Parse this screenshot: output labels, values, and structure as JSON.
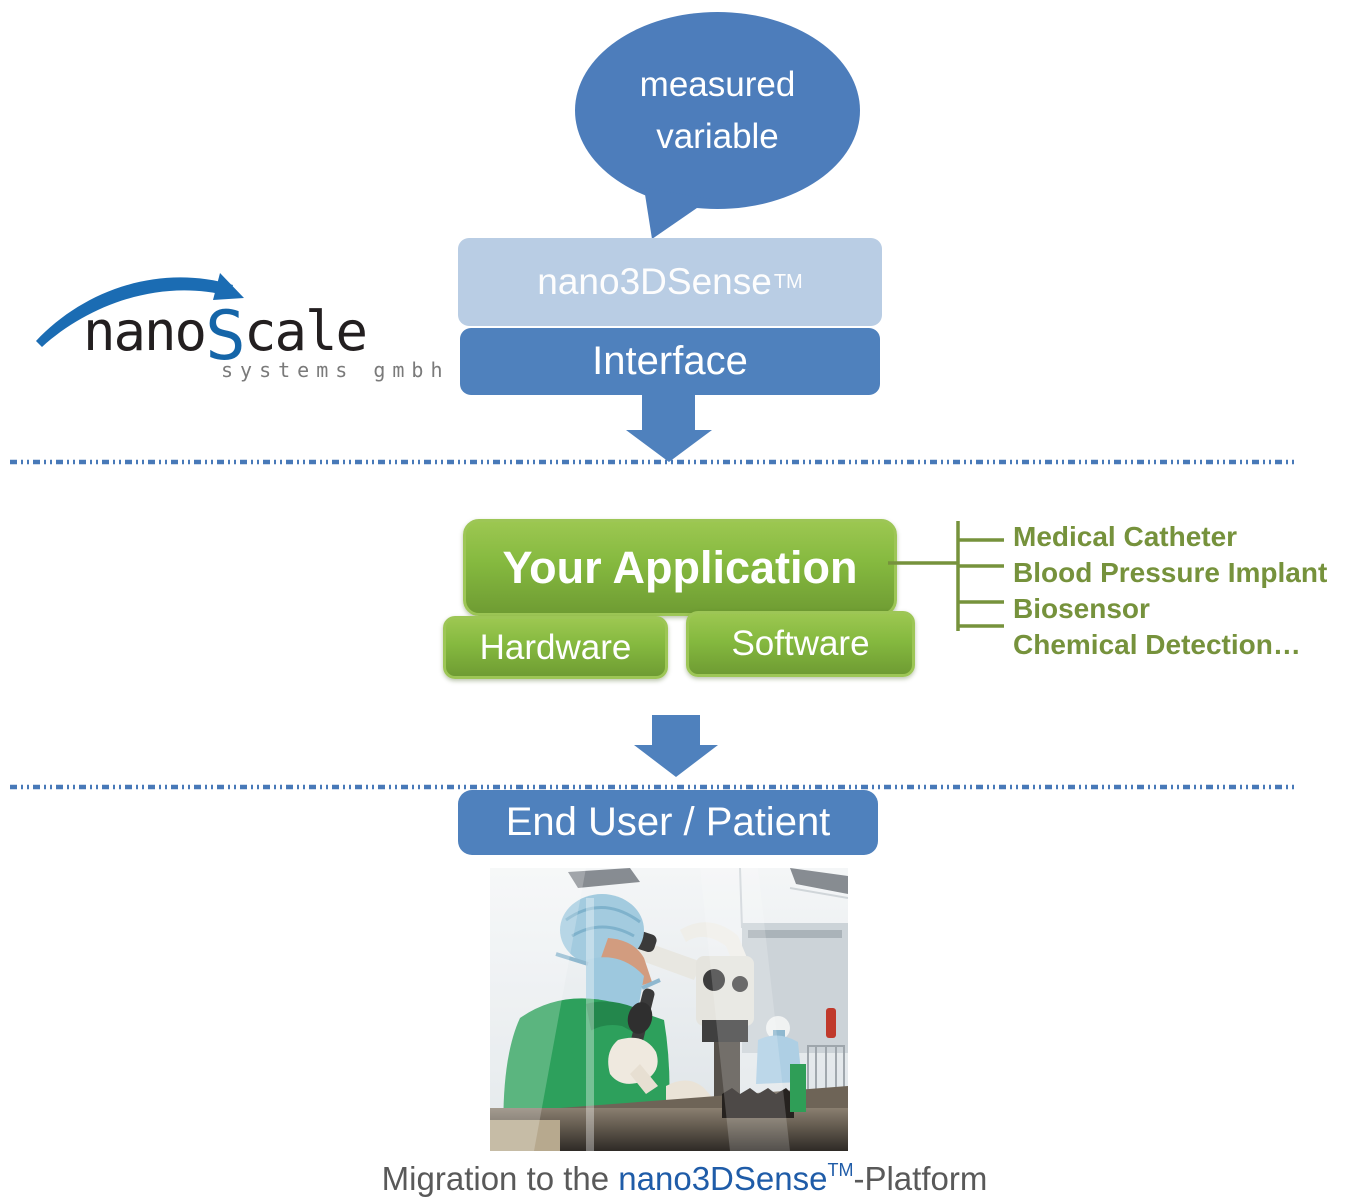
{
  "colors": {
    "blue": "#4F81BD",
    "light_blue": "#B9CDE4",
    "bubble_blue": "#4D7DBB",
    "dotted_line_blue": "#4879B8",
    "green_gradient_top": "#9CC751",
    "green_gradient_bottom": "#6F9C33",
    "olive_green_text": "#76923C",
    "logo_blue": "#1565A8",
    "caption_gray": "#595959",
    "caption_blue": "#1F5CA8"
  },
  "logo": {
    "brand_prefix": "nano",
    "brand_s": "S",
    "brand_suffix": "cale",
    "subtitle": "systems gmbh"
  },
  "bubble": {
    "lines": [
      "measured",
      "variable"
    ]
  },
  "platform": {
    "product": "nano3DSense",
    "tm": "TM",
    "interface_label": "Interface"
  },
  "application": {
    "title": "Your Application",
    "hardware_label": "Hardware",
    "software_label": "Software",
    "use_cases": [
      "Medical Catheter",
      "Blood Pressure Implant",
      "Biosensor",
      "Chemical Detection…"
    ]
  },
  "end_user": {
    "label": "End User / Patient"
  },
  "caption": {
    "prefix": "Migration to the ",
    "brand": "nano3DSense",
    "tm": "TM",
    "suffix": "-Platform"
  }
}
